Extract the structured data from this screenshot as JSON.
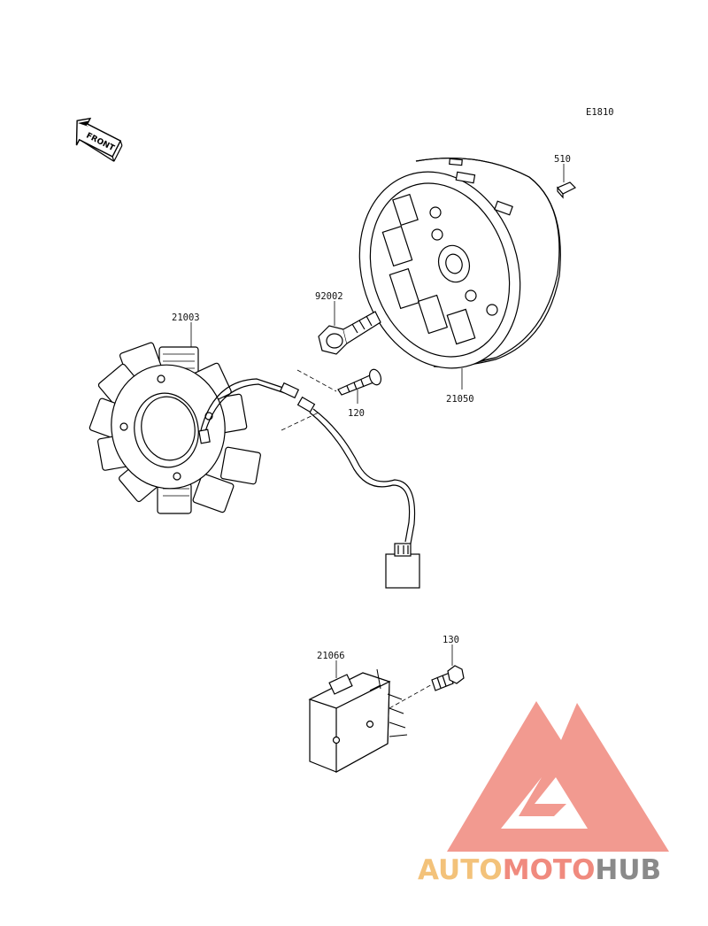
{
  "diagram": {
    "code": "E1810",
    "front_label": "FRONT",
    "parts": [
      {
        "number": "510"
      },
      {
        "number": "92002"
      },
      {
        "number": "21003"
      },
      {
        "number": "120"
      },
      {
        "number": "21050"
      },
      {
        "number": "130"
      },
      {
        "number": "21066"
      }
    ]
  },
  "watermark": {
    "auto": "AUTO",
    "moto": "MOTO",
    "hub": "HUB",
    "colors": {
      "auto": "#f3c27a",
      "moto": "#f08a7e",
      "hub": "#8a8a8a",
      "triangle": "#f29a90"
    }
  }
}
